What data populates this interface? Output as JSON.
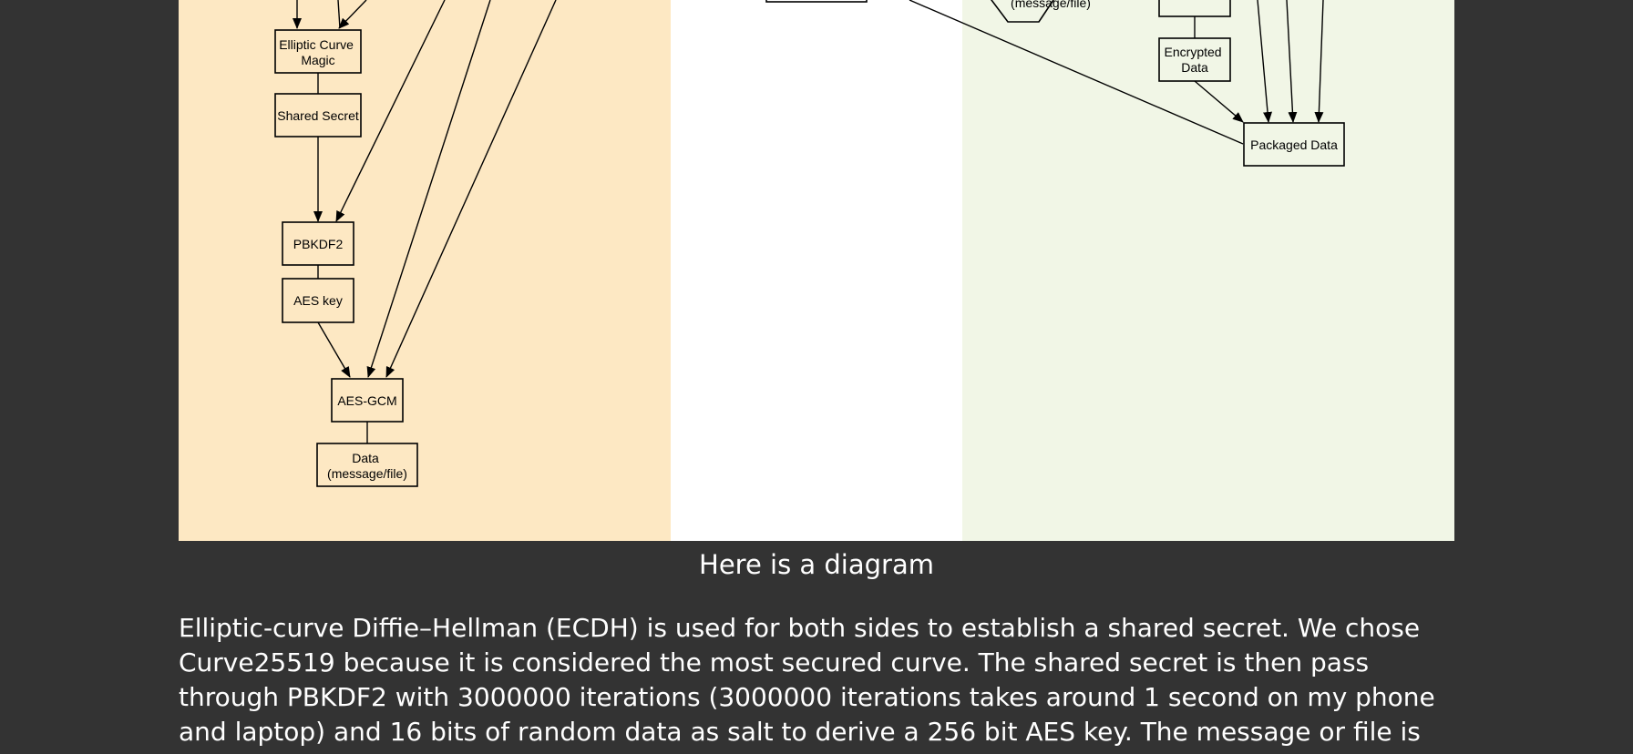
{
  "diagram": {
    "left_panel_color": "#fde8c3",
    "right_panel_color": "#f1f6e6",
    "nodes": {
      "elliptic_curve_magic": "Elliptic Curve\nMagic",
      "shared_secret": "Shared Secret",
      "pbkdf2": "PBKDF2",
      "aes_key": "AES key",
      "aes_gcm": "AES-GCM",
      "data_left": "Data\n(message/file)",
      "data_right_partial": "(message/file)",
      "encrypted_data": "Encrypted\nData",
      "packaged_data": "Packaged Data"
    }
  },
  "caption": "Here is a diagram",
  "paragraph": "Elliptic-curve Diffie–Hellman (ECDH) is used for both sides to establish a shared secret. We chose Curve25519 because it is considered the most secured curve. The shared secret is then pass through PBKDF2 with 3000000 iterations (3000000 iterations takes around 1 second on my phone and laptop) and 16 bits of random data as salt to derive a 256 bit AES key. The message or file is"
}
